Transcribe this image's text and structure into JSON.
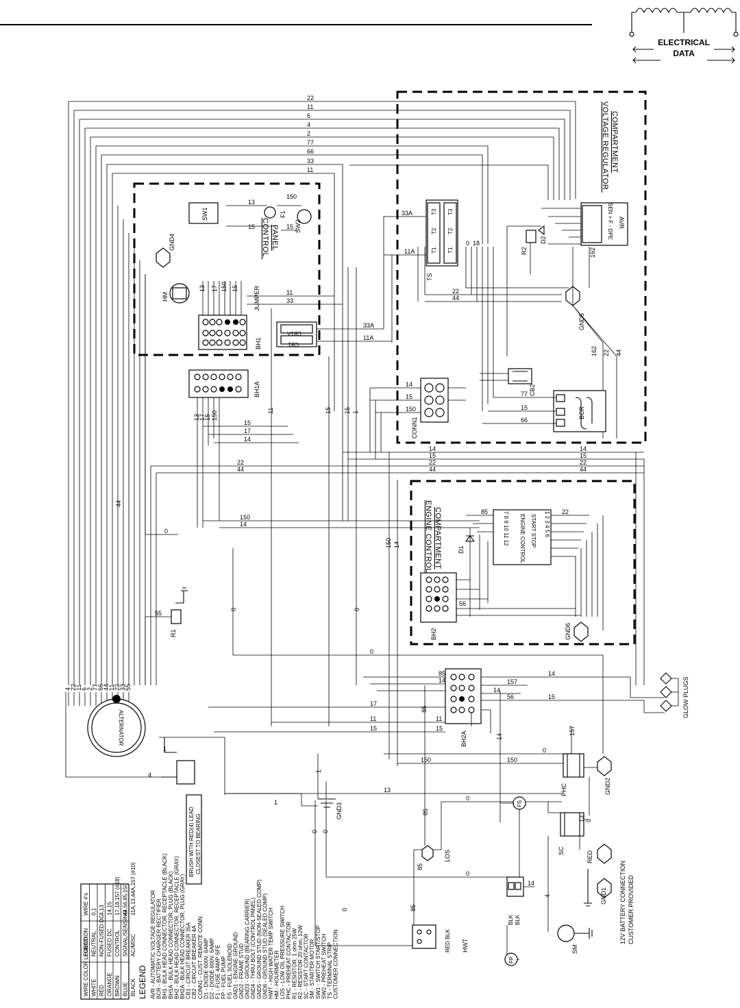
{
  "header": {
    "badge_line1": "ELECTRICAL",
    "badge_line2": "DATA"
  },
  "compartments": {
    "voltage_regulator": "VOLTAGE REGULATOR\nCOMPARTMENT",
    "control_panel": "CONTROL\nPANEL",
    "engine_control": "ENGINE CONTROL\nCOMPARTMENT"
  },
  "components": {
    "avr": "AVR",
    "avr_terms": "SEN + F - DPE",
    "ts": "TS",
    "ts_terms": [
      "T1",
      "T2",
      "T3",
      "T1",
      "T2",
      "T3"
    ],
    "gnd4": "GND4",
    "gnd5": "GND5",
    "gnd6": "GND6",
    "gnd3": "GND3",
    "gnd2": "GND2",
    "gnd1": "GND1",
    "hm": "HM",
    "sw1": "SW1",
    "sw2": "SW2",
    "f1": "F1",
    "jumper": "JUMPER",
    "bh1": "BH1",
    "bh1a": "BH1A",
    "bh2": "BH2",
    "bh2a": "BH2A",
    "cb1": "CB1",
    "cb1a": "CB1A",
    "cb2": "CB2",
    "bcr": "BCR",
    "conn1": "CONN1",
    "r1": "R1",
    "r2": "R2",
    "d1": "D1",
    "d2": "D2",
    "engine_control": "ENGINE CONTROL",
    "start_stop": "START STOP",
    "engine_terms_top": "7 8 9 10 11 12",
    "engine_terms_bot": "1 2 3 4 5 6",
    "alternator": "ALTERNATOR",
    "glow_plugs": "GLOW PLUGS",
    "phc": "PHC",
    "sc": "SC",
    "sm": "SM",
    "los": "LOS",
    "fs": "FS",
    "fp": "FP",
    "hwt": "HWT",
    "red": "RED",
    "blk": "BLK",
    "red_blk": "RED BLK",
    "battery_line1": "12V BATTERY CONNECTION",
    "battery_line2": "CUSTOMER PROVIDED",
    "brush_note": "BRUSH WITH RED(4) LEAD\nCLOSEST TO BEARING"
  },
  "wire_numbers": {
    "top_bus": [
      "22",
      "11",
      "6",
      "4",
      "2",
      "77",
      "66",
      "33",
      "11"
    ],
    "alt_bundle": [
      "4",
      "22",
      "11",
      "6",
      "2",
      "77",
      "66",
      "44",
      "11",
      "22",
      "33",
      "55"
    ],
    "mid_bus": [
      "14",
      "15",
      "22",
      "44"
    ],
    "misc": [
      "0",
      "1",
      "13",
      "14",
      "15",
      "17",
      "18",
      "33A",
      "11A",
      "150",
      "157",
      "162",
      "56",
      "85"
    ]
  },
  "color_table": {
    "headers": [
      "WIRE COLOR LEGEND",
      "FUNCTION",
      "WIRE #'s"
    ],
    "rows": [
      [
        "WHITE",
        "NEUTRAL",
        "0,1"
      ],
      [
        "RED",
        "NON-FUSED DC",
        "4,13"
      ],
      [
        "ORANGE",
        "FUSED DC",
        "14,15"
      ],
      [
        "BROWN",
        "CONTROL",
        "17,18,157 (#18)"
      ],
      [
        "BLUE",
        "SIGNAL/SENSING",
        "44,56,85,150"
      ],
      [
        "BLACK",
        "AC/MISC",
        "11A,13,44A,157 (#10)"
      ]
    ]
  },
  "legend": {
    "title": "LEGEND",
    "items": [
      "AVR - AUTOMATIC VOLTAGE REGULATOR",
      "BCR - BATTERY CHARGER RECTIFIER",
      "BH1 - BULK HEAD CONNECTOR, RECEPTACLE (BLACK)",
      "BH1A - BULK HEAD CONNECTOR, PLUG (BLACK)",
      "BH2 - BULK HEAD CONNECTOR, RECEPTACLE (GRAY)",
      "BH2A - BULK HEAD CONNECTOR, PLUG (GRAY)",
      "CB1 - CIRCUIT BREAKER 35A",
      "CB2 - CIRCUIT BREAKER 4A",
      "CONN1 - CUST. REMOTE CONN.",
      "D1 - DIODE 600V, 6AMP",
      "D2 - DIODE 600V, 6AMP",
      "F1 - FUSE 4AMP SFE",
      "FP - FUEL PUMP",
      "FS - FUEL SOLENOID",
      "GND1 - ENGINE GROUND",
      "GND2 - FRAME STUD",
      "GND3 - GROUND (BEARING CARRIER)",
      "GND4 - THRU BOLT (CONTROL PANEL)",
      "GND5 - GROUND STUD (NON-SEALED COMP)",
      "GND6 - GROUND STUD (SEALED COMP)",
      "HWT - HIGH WATER TEMP SWITCH",
      "HM - HOURMETER",
      "LOS - LOW OIL PRESSURE SWITCH",
      "PHC - PREHEAT CONTACTOR",
      "R1 - RESISTOR, 1 ohm 25W",
      "R2 - RESISTOR 20 ohm, 12W",
      "SC - START CONTACTOR",
      "SM - STARTER MOTOR",
      "SW1 - SWITCH START/STOP",
      "SW2 - PREHEAT SWITCH",
      "TS - TERMINAL STRIP",
      "CUSTOMER CONNECTION"
    ]
  }
}
